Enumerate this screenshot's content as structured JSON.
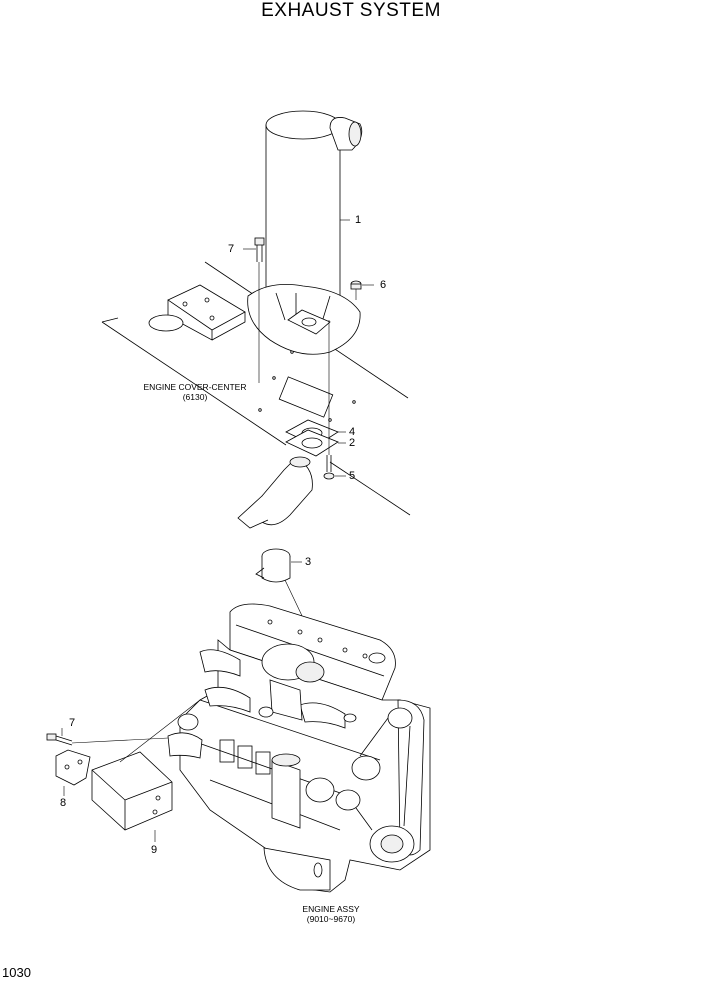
{
  "title": "EXHAUST SYSTEM",
  "page_number": "1030",
  "callouts": {
    "c1": "1",
    "c2": "2",
    "c3": "3",
    "c4": "4",
    "c5": "5",
    "c6": "6",
    "c7a": "7",
    "c7b": "7",
    "c8": "8",
    "c9": "9"
  },
  "captions": {
    "cover_line1": "ENGINE COVER-CENTER",
    "cover_line2": "(6130)",
    "engine_line1": "ENGINE ASSY",
    "engine_line2": "(9010~9670)"
  }
}
